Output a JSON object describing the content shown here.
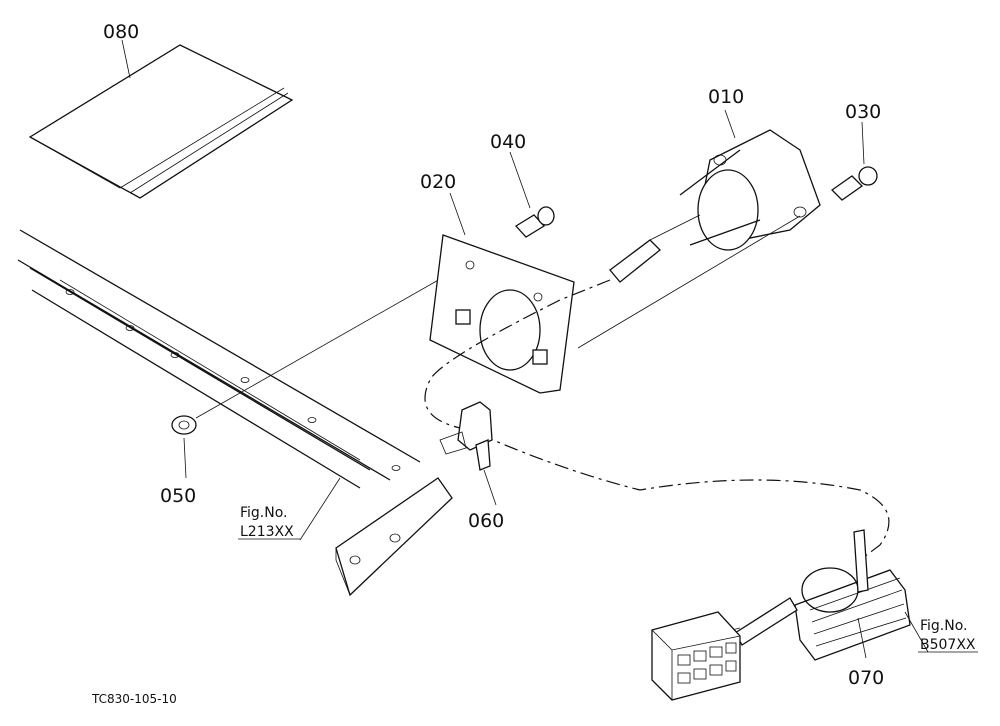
{
  "parts": {
    "p080": "080",
    "p010": "010",
    "p030": "030",
    "p040": "040",
    "p020": "020",
    "p050": "050",
    "p060": "060",
    "p070": "070"
  },
  "refs": {
    "l213_top": "Fig.No.",
    "l213_bottom": "L213XX",
    "b507_top": "Fig.No.",
    "b507_bottom": "B507XX"
  },
  "caption": "TC830-105-10"
}
